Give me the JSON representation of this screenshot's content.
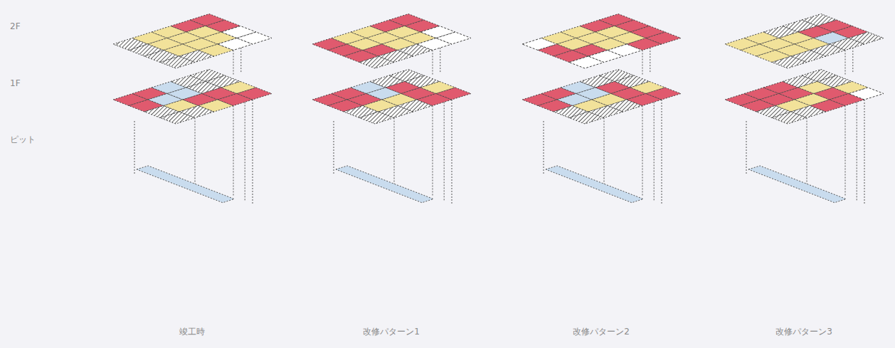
{
  "diagram": {
    "labels": [
      "2F",
      "1F",
      "ピット",
      "竣工時",
      "改修パターン1",
      "改修パターン2",
      "改修パターン3"
    ]
  }
}
